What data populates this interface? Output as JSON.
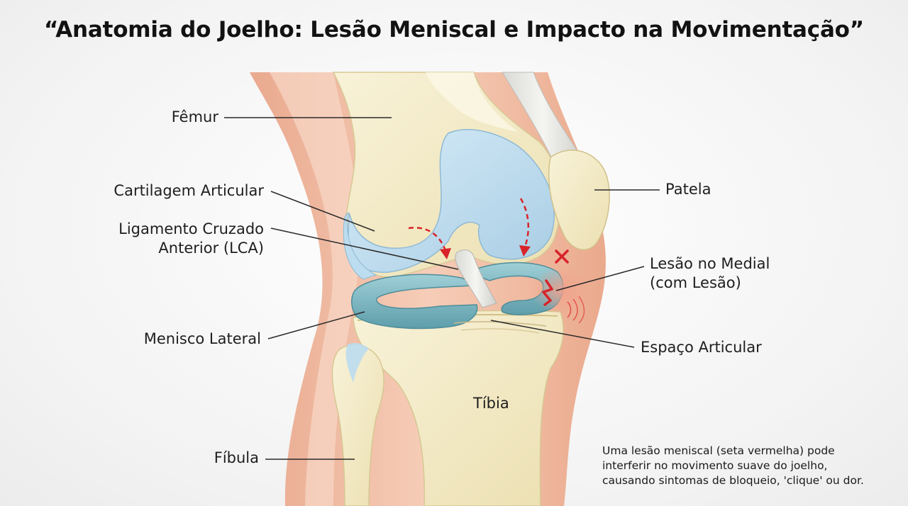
{
  "title": "“Anatomia do Joelho: Lesão Meniscal e Impacto na Movimentação”",
  "labels": {
    "femur": "Fêmur",
    "cartilagem": "Cartilagem Articular",
    "lca_line1": "Ligamento Cruzado",
    "lca_line2": "Anterior (LCA)",
    "menisco_lateral": "Menisco Lateral",
    "fibula": "Fíbula",
    "patela": "Patela",
    "lesao_line1": "Lesão no Medial",
    "lesao_line2": "(com Lesão)",
    "espaco": "Espaço Articular",
    "tibia": "Tíbia"
  },
  "caption": {
    "line1": "Uma lesão meniscal (seta vermelha) pode",
    "line2": "interferir no movimento suave do joelho,",
    "line3": "causando sintomas de bloqueio, 'clique' ou dor."
  },
  "colors": {
    "skin": "#f1c3ad",
    "bone": "#f3ebc8",
    "cartilage": "#bcdcef",
    "meniscus": "#7fb9c4",
    "injury": "#d8232a"
  }
}
